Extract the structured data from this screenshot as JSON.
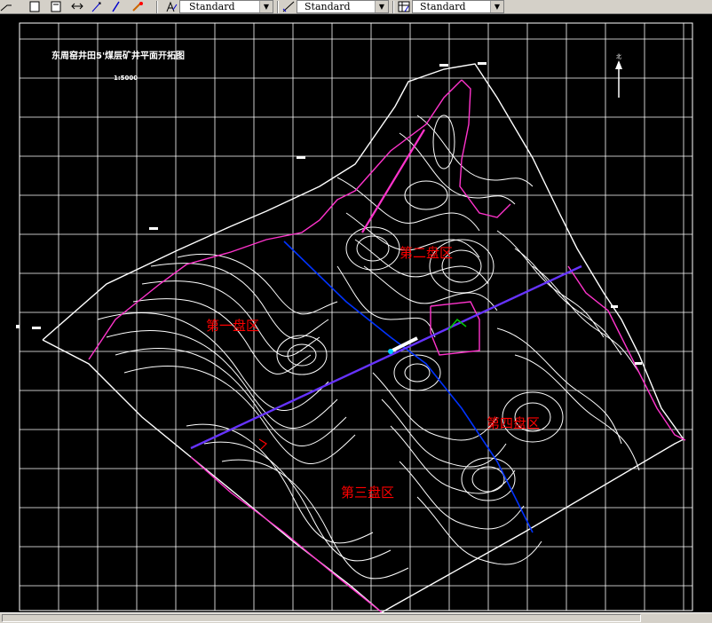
{
  "toolbar": {
    "styles": [
      {
        "name": "text-style",
        "value": "Standard"
      },
      {
        "name": "dim-style",
        "value": "Standard"
      },
      {
        "name": "table-style",
        "value": "Standard"
      }
    ]
  },
  "drawing": {
    "title": "东周窑井田5'煤层矿井平面开拓图",
    "scale": "1:5000",
    "north": "北",
    "zones": {
      "zone1": "第一盘区",
      "zone2": "第二盘区",
      "zone3": "第三盘区",
      "zone4": "第四盘区"
    },
    "colors": {
      "background": "#000000",
      "grid": "#ffffff",
      "contour": "#ffffff",
      "zone_label": "#ff0000",
      "boundary": "#ff33cc",
      "main_roadway": "#6633ff",
      "sub_roadway": "#0033ff"
    }
  }
}
